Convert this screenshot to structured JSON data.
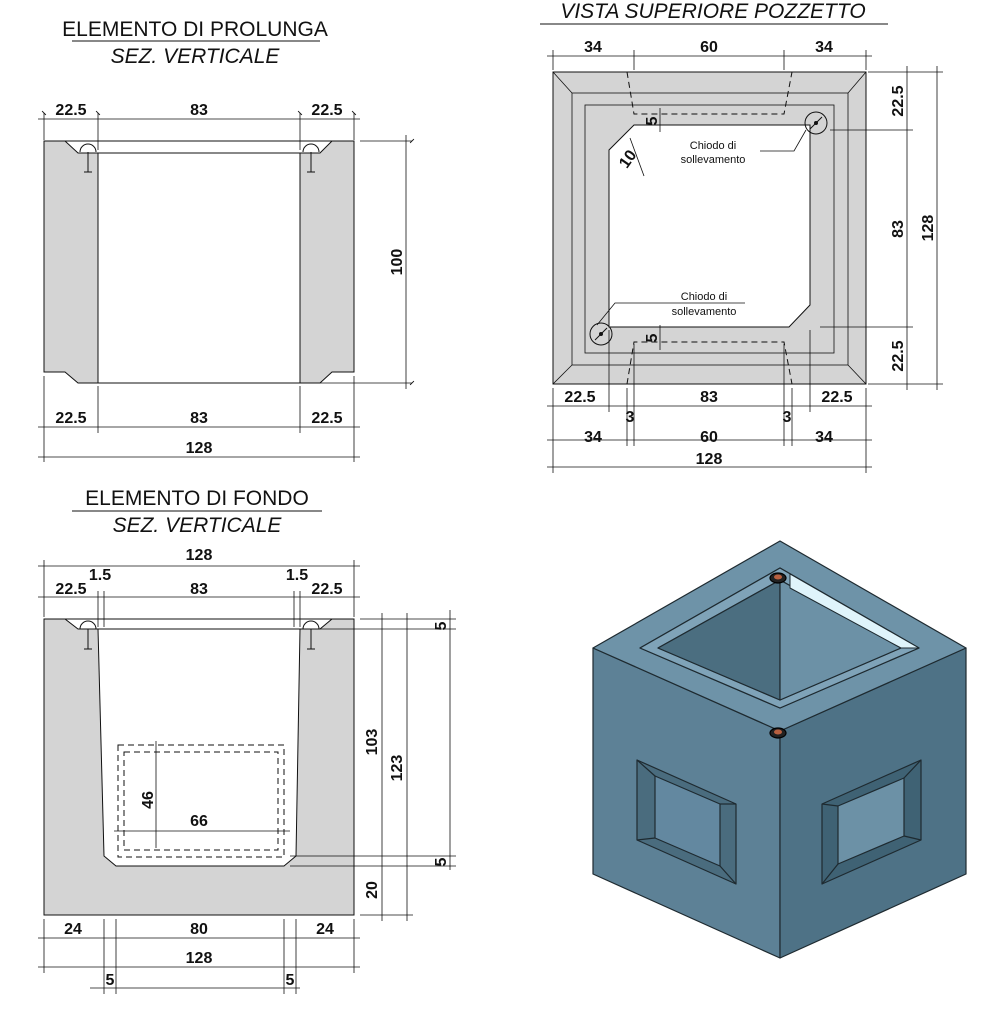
{
  "titles": {
    "prolunga_main": "ELEMENTO DI PROLUNGA",
    "prolunga_sub": "SEZ. VERTICALE",
    "vista": "VISTA SUPERIORE POZZETTO",
    "fondo_main": "ELEMENTO DI FONDO",
    "fondo_sub": "SEZ. VERTICALE"
  },
  "prolunga": {
    "top_left": "22.5",
    "top_mid": "83",
    "top_right": "22.5",
    "height": "100",
    "bot_left": "22.5",
    "bot_mid": "83",
    "bot_right": "22.5",
    "total": "128"
  },
  "vista": {
    "top_left": "34",
    "top_mid": "60",
    "top_right": "34",
    "right_top": "22.5",
    "right_mid": "83",
    "right_bot": "22.5",
    "right_total": "128",
    "chamfer": "10",
    "gap_top": "5",
    "gap_bot": "5",
    "note_top_1": "Chiodo di",
    "note_top_2": "sollevamento",
    "note_bot_1": "Chiodo di",
    "note_bot_2": "sollevamento",
    "b1_left": "22.5",
    "b1_mid": "83",
    "b1_right": "22.5",
    "b2_left": "34",
    "b2_3a": "3",
    "b2_mid": "60",
    "b2_3b": "3",
    "b2_right": "34",
    "b3_total": "128"
  },
  "fondo": {
    "top_total": "128",
    "t_left": "22.5",
    "t_15a": "1.5",
    "t_mid": "83",
    "t_15b": "1.5",
    "t_right": "22.5",
    "r_5top": "5",
    "r_103": "103",
    "r_123": "123",
    "r_5bot": "5",
    "r_20": "20",
    "open_h": "46",
    "open_w": "66",
    "b_left": "24",
    "b_mid": "80",
    "b_right": "24",
    "b_total": "128",
    "b_5a": "5",
    "b_5b": "5"
  },
  "colors": {
    "concrete": "#d4d4d4",
    "cube_left": "#5d8196",
    "cube_right": "#4e7286",
    "cube_top": "#6e93a8",
    "cube_inner": "#7fa3b8",
    "cube_accent": "#dff4fb"
  }
}
